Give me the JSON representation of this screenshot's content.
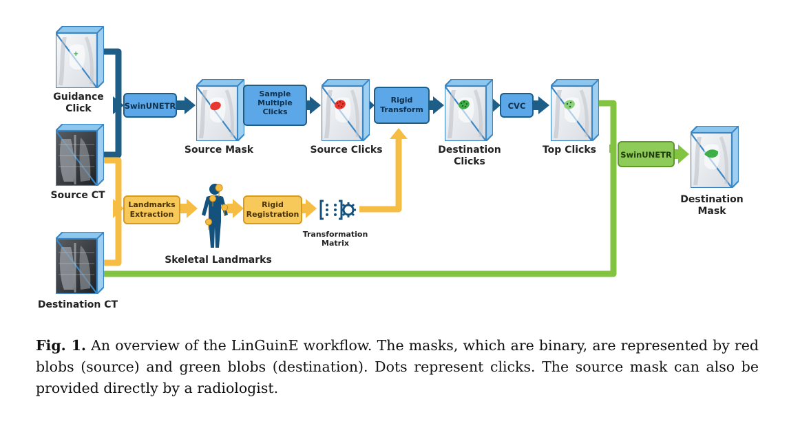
{
  "nodes": {
    "guidance_click": [
      "Guidance",
      "Click"
    ],
    "source_ct": "Source CT",
    "destination_ct": "Destination CT",
    "source_mask": "Source Mask",
    "source_clicks": "Source Clicks",
    "destination_clicks": [
      "Destination",
      "Clicks"
    ],
    "top_clicks": "Top Clicks",
    "destination_mask": [
      "Destination",
      "Mask"
    ],
    "skeletal_landmarks": "Skeletal Landmarks",
    "transformation_matrix": [
      "Transformation",
      "Matrix"
    ]
  },
  "steps": {
    "swinunetr_1": [
      "SwinUNETR"
    ],
    "sample_clicks": [
      "Sample",
      "Multiple",
      "Clicks"
    ],
    "rigid_transform": [
      "Rigid",
      "Transform"
    ],
    "cvc": [
      "CVC"
    ],
    "swinunetr_2": [
      "SwinUNETR"
    ],
    "landmarks_extraction": [
      "Landmarks",
      "Extraction"
    ],
    "rigid_registration": [
      "Rigid",
      "Registration"
    ]
  },
  "colors": {
    "blue_path": "#1d5d86",
    "blue_box": "#5ba7e8",
    "orange_path": "#f6bd44",
    "orange_box": "#f7c95b",
    "green_path": "#82c341",
    "green_box": "#8fcb59",
    "source_blob": "#e8382f",
    "destination_blob": "#3fae49"
  },
  "caption": {
    "fig_label": "Fig. 1.",
    "text": "An overview of the LinGuinE workflow. The masks, which are binary, are represented by red blobs (source) and green blobs (destination). Dots represent clicks. The source mask can also be provided directly by a radiologist."
  }
}
